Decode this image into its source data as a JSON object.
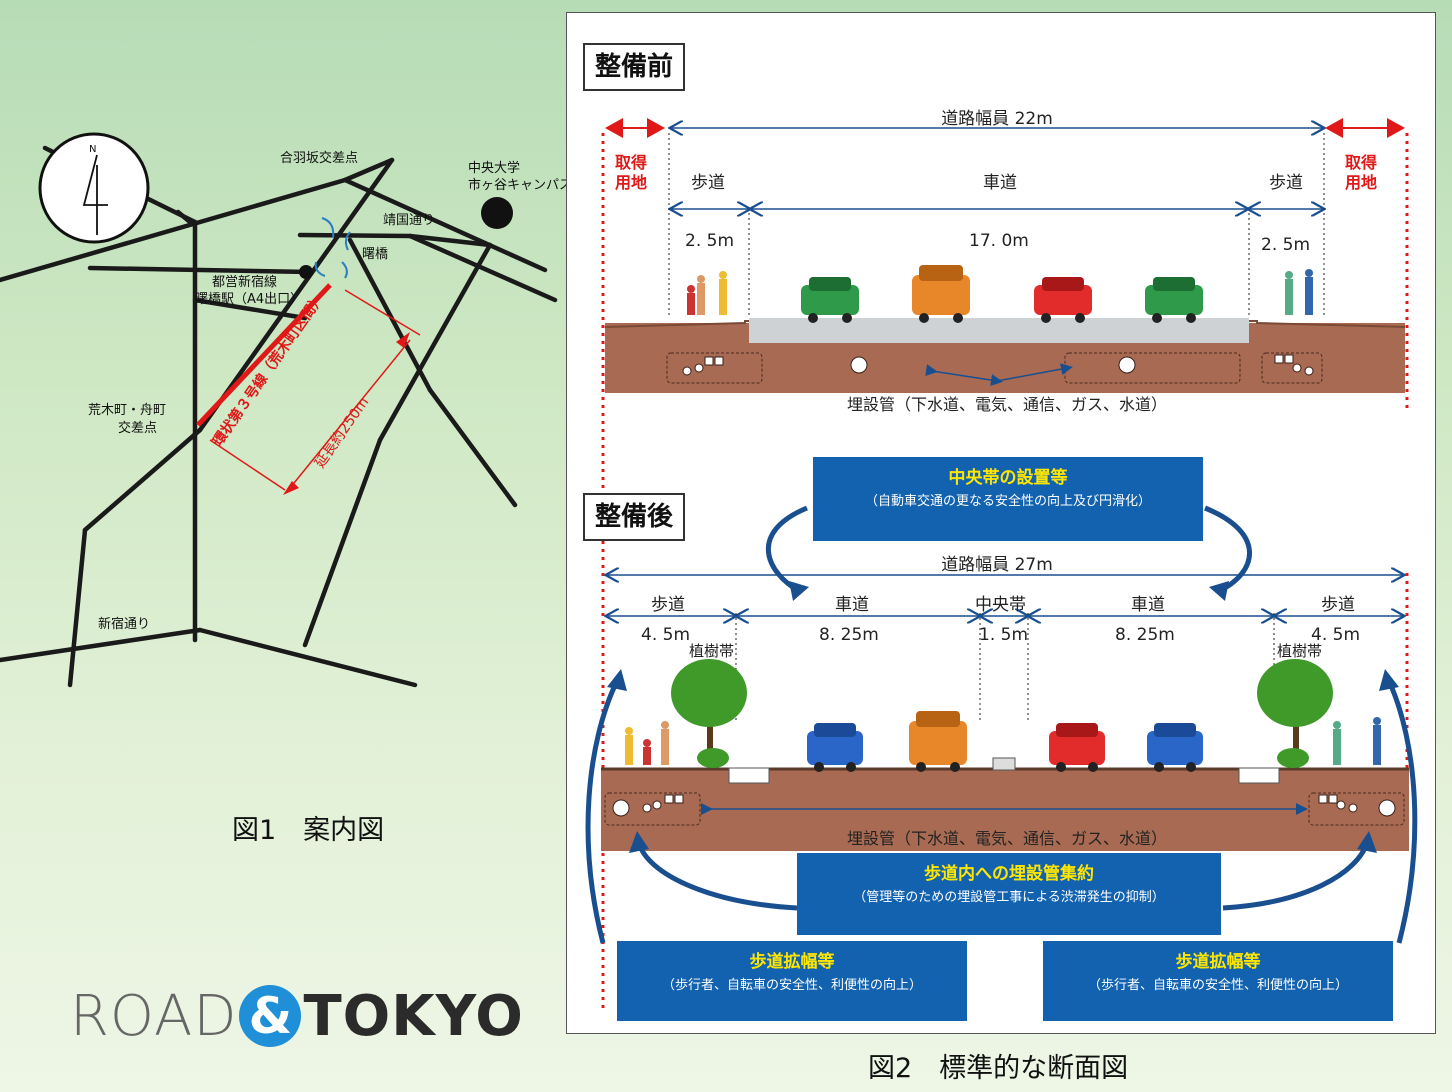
{
  "map": {
    "north": "N",
    "labels": {
      "aibazaka": "合羽坂交差点",
      "chuo_univ_1": "中央大学",
      "chuo_univ_2": "市ヶ谷キャンパス",
      "yasukuni": "靖国通り",
      "akebonobashi": "曙橋",
      "station_1": "都営新宿線",
      "station_2": "曙橋駅（A4出口）",
      "route": "環状第３号線（荒木町区間）",
      "length": "延長約250m",
      "araki_1": "荒木町・舟町",
      "araki_2": "交差点",
      "shinjuku": "新宿通り"
    },
    "caption": "図1　案内図"
  },
  "logo": {
    "road": "ROAD",
    "amp": "&",
    "tokyo": "TOKYO"
  },
  "before": {
    "title": "整備前",
    "width_label": "道路幅員 22m",
    "acquired_1": "取得",
    "acquired_2": "用地",
    "sidewalk": "歩道",
    "roadway": "車道",
    "sidewalk_width": "2. 5m",
    "roadway_width": "17. 0m",
    "pipes": "埋設管（下水道、電気、通信、ガス、水道）"
  },
  "after": {
    "title": "整備後",
    "width_label": "道路幅員 27m",
    "sidewalk": "歩道",
    "roadway": "車道",
    "median": "中央帯",
    "sidewalk_width": "4. 5m",
    "roadway_width": "8. 25m",
    "median_width": "1. 5m",
    "planting": "植樹帯",
    "pipes": "埋設管（下水道、電気、通信、ガス、水道）"
  },
  "callouts": {
    "median": {
      "title": "中央帯の設置等",
      "sub": "（自動車交通の更なる安全性の向上及び円滑化）"
    },
    "pipes": {
      "title": "歩道内への埋設管集約",
      "sub": "（管理等のための埋設管工事による渋滞発生の抑制）"
    },
    "sidewalk": {
      "title": "歩道拡幅等",
      "sub": "（歩行者、自転車の安全性、利便性の向上）"
    }
  },
  "caption2": "図2　標準的な断面図",
  "colors": {
    "accent_blue": "#1262b0",
    "route_red": "#e01818",
    "callout_title": "#ffe600",
    "ground": "#a86a52"
  }
}
